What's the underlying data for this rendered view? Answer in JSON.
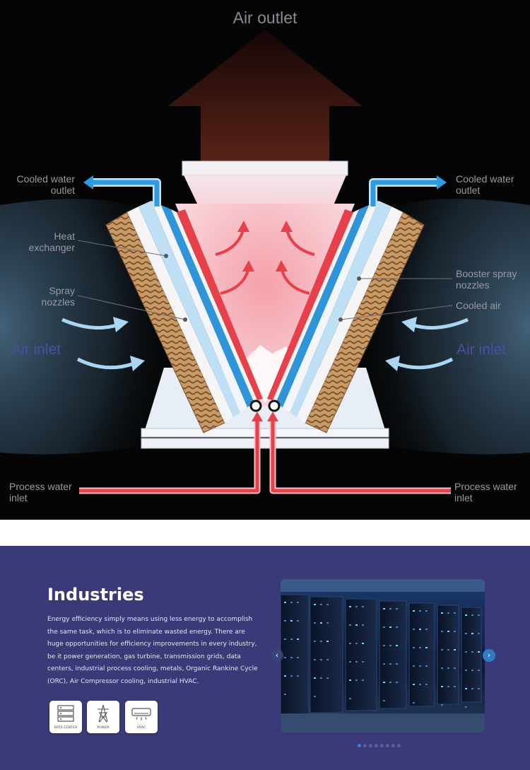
{
  "diagram": {
    "air_outlet": "Air outlet",
    "left_air_inlet": "Air inlet",
    "right_air_inlet": "Air inlet",
    "left_cooled_water_outlet": [
      "Cooled water",
      "outlet"
    ],
    "right_cooled_water_outlet": [
      "Cooled water",
      "outlet"
    ],
    "heat_exchanger": [
      "Heat",
      "exchanger"
    ],
    "spray_nozzles": [
      "Spray",
      "nozzles"
    ],
    "booster_spray_nozzles": [
      "Booster spray",
      "nozzles"
    ],
    "cooled_air": "Cooled air",
    "left_process_water_inlet": [
      "Process water",
      "inlet"
    ],
    "right_process_water_inlet": [
      "Process water",
      "inlet"
    ],
    "colors": {
      "hot": "#e8404a",
      "cold": "#2f9ae0",
      "background": "#050505"
    }
  },
  "industries": {
    "title": "Industries",
    "description": "Energy efficiency simply means using less energy to accomplish the same task, which is to eliminate wasted energy. There are huge opportunities for efficiency improvements in every industry, be it power generation, gas turbine, transmission grids, data centers, industrial process cooling, metals, Organic Rankine Cycle (ORC), Air Compressor cooling, industrial HVAC.",
    "icons": [
      {
        "label": "DATA CENTER",
        "icon": "server-rack-icon"
      },
      {
        "label": "POWER",
        "icon": "power-tower-icon"
      },
      {
        "label": "HVAC",
        "icon": "air-conditioner-icon"
      }
    ],
    "carousel": {
      "prev_icon": "‹",
      "next_icon": "›",
      "slide_count": 8,
      "active_index": 0
    },
    "colors": {
      "background": "#3b3a78",
      "accent": "#2f86d6"
    }
  }
}
